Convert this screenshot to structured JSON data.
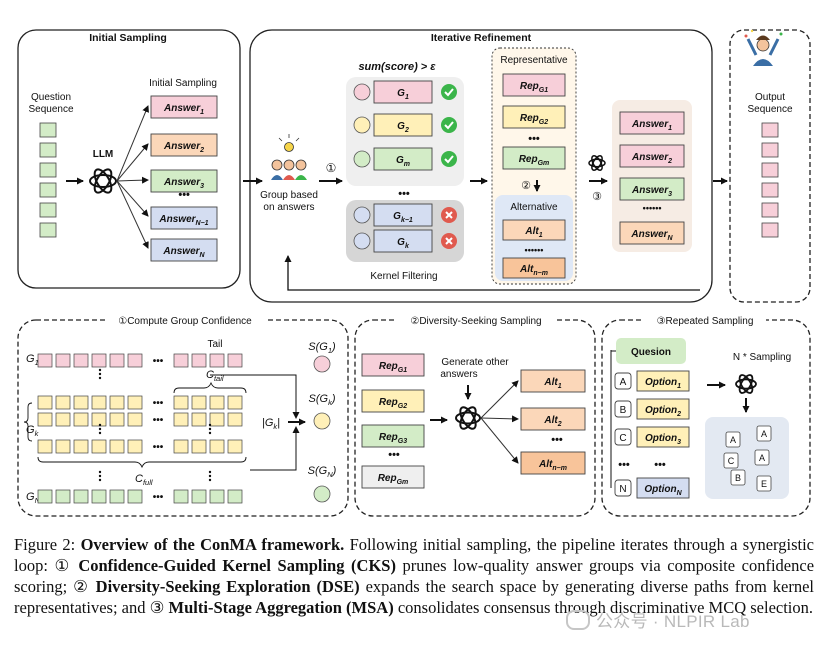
{
  "figure": {
    "panels": {
      "initial_sampling": "Initial Sampling",
      "iterative_refinement": "Iterative Refinement",
      "compute_group_confidence": "①Compute Group Confidence",
      "diversity_seeking": "②Diversity-Seeking Sampling",
      "repeated_sampling": "③Repeated Sampling"
    },
    "initial": {
      "question_sequence": [
        "Question",
        "Sequence"
      ],
      "llm": "LLM",
      "sampling_label": "Initial Sampling",
      "answers": [
        {
          "main": "Answer",
          "sub": "1"
        },
        {
          "main": "Answer",
          "sub": "2"
        },
        {
          "main": "Answer",
          "sub": "3"
        },
        {
          "main": "•••",
          "sub": ""
        },
        {
          "main": "Answer",
          "sub": "N−1"
        },
        {
          "main": "Answer",
          "sub": "N"
        }
      ]
    },
    "refine": {
      "group_label": [
        "Group based",
        "on answers"
      ],
      "step1": "①",
      "step2": "②",
      "step3": "③",
      "threshold_formula": "sum(score) > ε",
      "groups_top": [
        {
          "main": "G",
          "sub": "1"
        },
        {
          "main": "G",
          "sub": "2"
        },
        {
          "main": "G",
          "sub": "m"
        }
      ],
      "groups_bottom": [
        {
          "main": "G",
          "sub": "k−1"
        },
        {
          "main": "G",
          "sub": "k"
        }
      ],
      "dots": "•••",
      "kernel_filtering": "Kernel Filtering",
      "representative_title": "Representative",
      "reps": [
        {
          "main": "Rep",
          "sub": "G1"
        },
        {
          "main": "Rep",
          "sub": "G2"
        },
        {
          "main": "Rep",
          "sub": "Gm"
        }
      ],
      "alternative_title": "Alternative",
      "alts": [
        {
          "main": "Alt",
          "sub": "1"
        },
        {
          "main": "Alt",
          "sub": "n−m"
        }
      ],
      "alt_dots": "••••••",
      "outputs": [
        {
          "main": "Answer",
          "sub": "1"
        },
        {
          "main": "Answer",
          "sub": "2"
        },
        {
          "main": "Answer",
          "sub": "3"
        },
        {
          "main": "••••••",
          "sub": ""
        },
        {
          "main": "Answer",
          "sub": "N"
        }
      ],
      "output_sequence": [
        "Output",
        "Sequence"
      ]
    },
    "cgc": {
      "tail": "Tail",
      "c_tail": "C",
      "c_tail_sub": "tail",
      "c_full": "C",
      "c_full_sub": "full",
      "g1": "G",
      "g1_sub": "1",
      "gk": "G",
      "gk_sub": "k",
      "gn": "G",
      "gn_sub": "N",
      "gk_size": "|G",
      "gk_size_sub": "k",
      "gk_size_end": "|",
      "s1": "S(G",
      "s1_sub": "1",
      "s1_end": ")",
      "sk": "S(G",
      "sk_sub": "k",
      "sk_end": ")",
      "sn": "S(G",
      "sn_sub": "N",
      "sn_end": ")",
      "dots": "•••"
    },
    "dss": {
      "reps": [
        {
          "main": "Rep",
          "sub": "G1"
        },
        {
          "main": "Rep",
          "sub": "G2"
        },
        {
          "main": "Rep",
          "sub": "G3"
        },
        {
          "main": "Rep",
          "sub": "Gm"
        }
      ],
      "generate": [
        "Generate other",
        "answers"
      ],
      "alts": [
        {
          "main": "Alt",
          "sub": "1"
        },
        {
          "main": "Alt",
          "sub": "2"
        },
        {
          "main": "Alt",
          "sub": "n−m"
        }
      ],
      "dots": "•••"
    },
    "rs": {
      "question": "Quesion",
      "options": [
        {
          "letter": "A",
          "main": "Option",
          "sub": "1"
        },
        {
          "letter": "B",
          "main": "Option",
          "sub": "2"
        },
        {
          "letter": "C",
          "main": "Option",
          "sub": "3"
        },
        {
          "letter": "N",
          "main": "Option",
          "sub": "N"
        }
      ],
      "dots": "•••",
      "n_sampling": "N * Sampling",
      "samples": [
        "A",
        "A",
        "C",
        "A",
        "B",
        "E"
      ]
    }
  },
  "caption": {
    "fig_label": "Figure 2:",
    "title": "Overview of the ConMA framework.",
    "t1": "Following initial sampling, the pipeline iterates through a synergistic loop: ①",
    "b1": "Confidence-Guided Kernel Sampling (CKS)",
    "t2": "prunes low-quality answer groups via composite confidence scoring; ②",
    "b2": "Diversity-Seeking Exploration (DSE)",
    "t3": "expands the search space by generating diverse paths from kernel representatives; and ③",
    "b3": "Multi-Stage Aggregation (MSA)",
    "t4": "consolidates consensus through discriminative MCQ selection."
  },
  "watermark": "公众号 · NLPIR Lab",
  "colors": {
    "pink": "#f7cfd9",
    "yellow": "#fff0b8",
    "green": "#d3ecc7",
    "blue": "#d4ddf1",
    "orange": "#fbd7b9",
    "gray_box": "#efefef",
    "check": "#3bb54a",
    "cross": "#e05a4e",
    "rep_panel": "#fff7ea",
    "alt_panel": "#dfe8f6",
    "output_panel": "#f6ece4"
  }
}
